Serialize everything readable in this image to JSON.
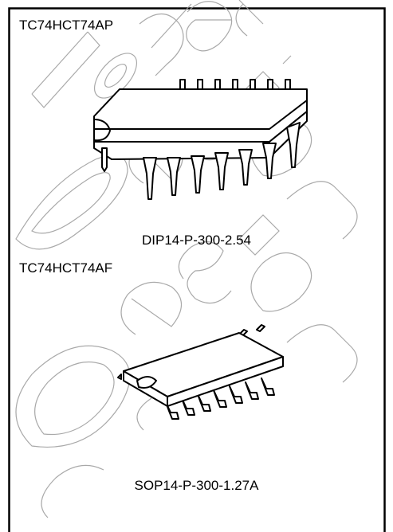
{
  "packages": [
    {
      "part_number": "TC74HCT74AP",
      "package_code": "DIP14-P-300-2.54",
      "package_kind": "dip-14-icon"
    },
    {
      "part_number": "TC74HCT74AF",
      "package_code": "SOP14-P-300-1.27A",
      "package_kind": "sop-14-icon"
    }
  ],
  "watermark": {
    "text": "Not Recommended for New Design",
    "color": "#a0a0a0"
  },
  "colors": {
    "line": "#000000",
    "frame": "#000000",
    "background": "#ffffff"
  }
}
